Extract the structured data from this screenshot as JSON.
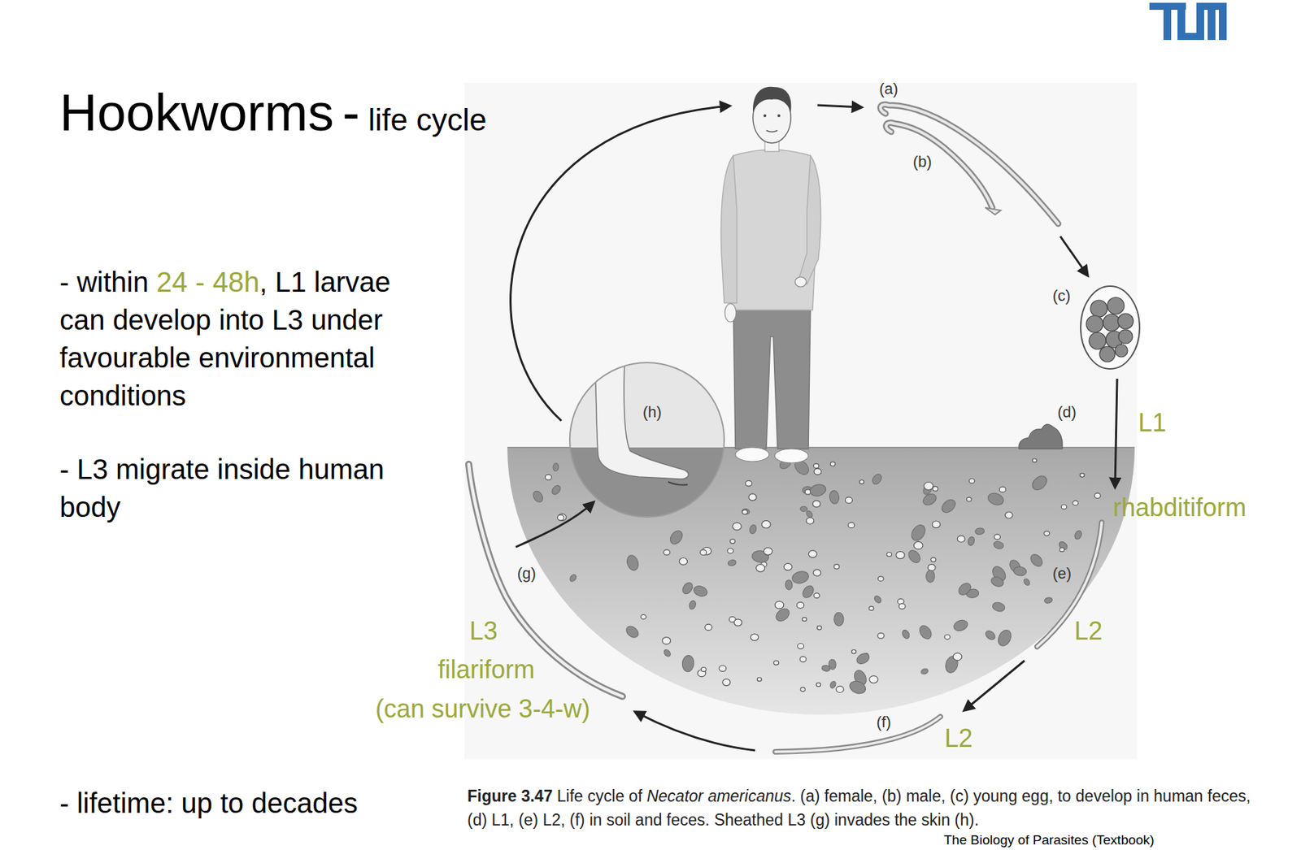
{
  "diagram": {
    "title": "Hookworms - life cycle",
    "caption": "Figure 3.47 Life cycle of Necator americanus. (a) female, (b) male, (c) young egg, to develop in human feces, (d) L1, (e) L2, (f) in soil and feces. Sheathed L3 (g) invades the skin (h).",
    "nodes": [
      {
        "text": [
          "(h)"
        ]
      }
    ],
    "labels": [
      "(a)",
      "(b)",
      "(c)",
      "(d)",
      "L1",
      "rhabditiform",
      "(e)",
      "L2",
      "(f)",
      "L2",
      "(g)",
      "L3",
      "filariform",
      "(can survive 3-4-w)",
      "- within 24 - 48h, L1 larvae can develop into L3 under favourable environmental conditions",
      "- L3 migrate inside human body",
      "- lifetime: up to decades",
      "The Biology of Parasites (Textbook)"
    ]
  }
}
